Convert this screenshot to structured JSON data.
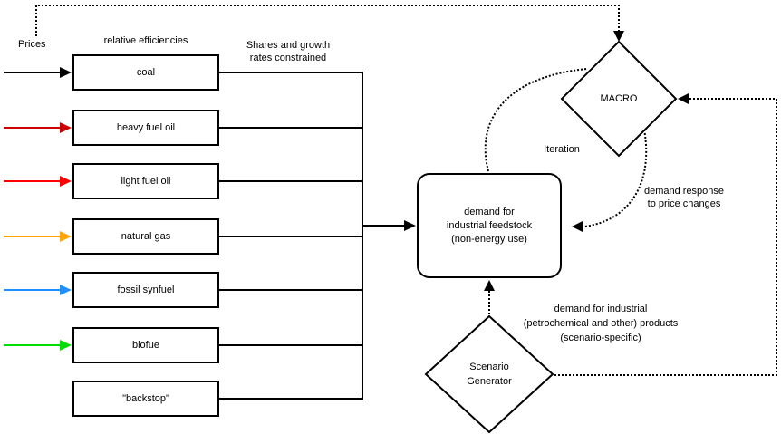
{
  "diagram": {
    "prices_label": "Prices",
    "relative_efficiencies_label": "relative efficiencies",
    "shares_label": {
      "line1": "Shares and growth",
      "line2": "rates constrained"
    },
    "iteration_label": "Iteration",
    "demand_response_label": {
      "line1": "demand response",
      "line2": "to price changes"
    },
    "scenario_demand_label": {
      "line1": "demand for industrial",
      "line2": "(petrochemical and other) products",
      "line3": "(scenario-specific)"
    },
    "fuel_boxes": [
      {
        "label": "coal",
        "arrow_color": "#000000"
      },
      {
        "label": "heavy fuel oil",
        "arrow_color": "#cc0000"
      },
      {
        "label": "light fuel oil",
        "arrow_color": "#ff0000"
      },
      {
        "label": "natural gas",
        "arrow_color": "#ffa500"
      },
      {
        "label": "fossil synfuel",
        "arrow_color": "#1e90ff"
      },
      {
        "label": "biofue",
        "arrow_color": "#00dd00"
      },
      {
        "label": "\"backstop\"",
        "arrow_color": null
      }
    ],
    "demand_node": {
      "line1": "demand for",
      "line2": "industrial feedstock",
      "line3": "(non-energy use)"
    },
    "macro_node": "MACRO",
    "scenario_node": {
      "line1": "Scenario",
      "line2": "Generator"
    },
    "line_color": "#000000"
  }
}
